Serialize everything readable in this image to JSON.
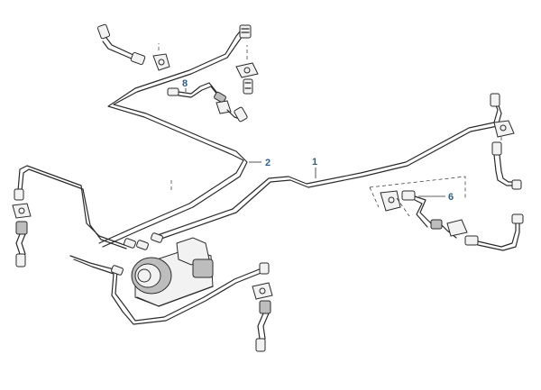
{
  "callouts": [
    {
      "id": "1",
      "label": "1"
    },
    {
      "id": "2",
      "label": "2"
    },
    {
      "id": "6",
      "label": "6"
    },
    {
      "id": "8",
      "label": "8"
    }
  ],
  "colors": {
    "line": "#2b2b2b",
    "callout_text": "#2f5e8c",
    "background": "#ffffff"
  }
}
